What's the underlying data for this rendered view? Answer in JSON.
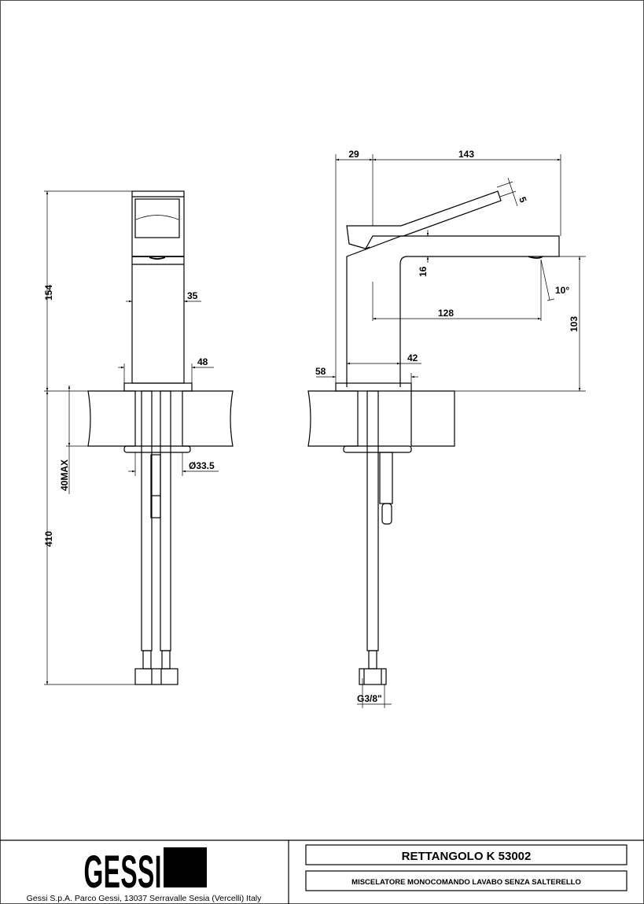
{
  "drawing": {
    "front_view": {
      "height_total": "154",
      "body_width": "35",
      "base_width": "48",
      "hole_diameter": "Ø33.5",
      "counter_thickness": "40MAX",
      "hose_length": "410"
    },
    "side_view": {
      "rear_offset": "29",
      "spout_reach_total": "143",
      "lever_thickness": "5",
      "spout_thickness": "16",
      "angle": "10°",
      "spout_reach": "128",
      "spout_height": "103",
      "body_depth": "42",
      "base_depth": "58",
      "connection": "G3/8\""
    }
  },
  "title_block": {
    "logo": "GESSI",
    "company_address": "Gessi S.p.A. Parco Gessi, 13037 Serravalle Sesia (Vercelli) Italy",
    "product_name": "RETTANGOLO K  53002",
    "product_description": "MISCELATORE MONOCOMANDO LAVABO SENZA SALTERELLO"
  }
}
